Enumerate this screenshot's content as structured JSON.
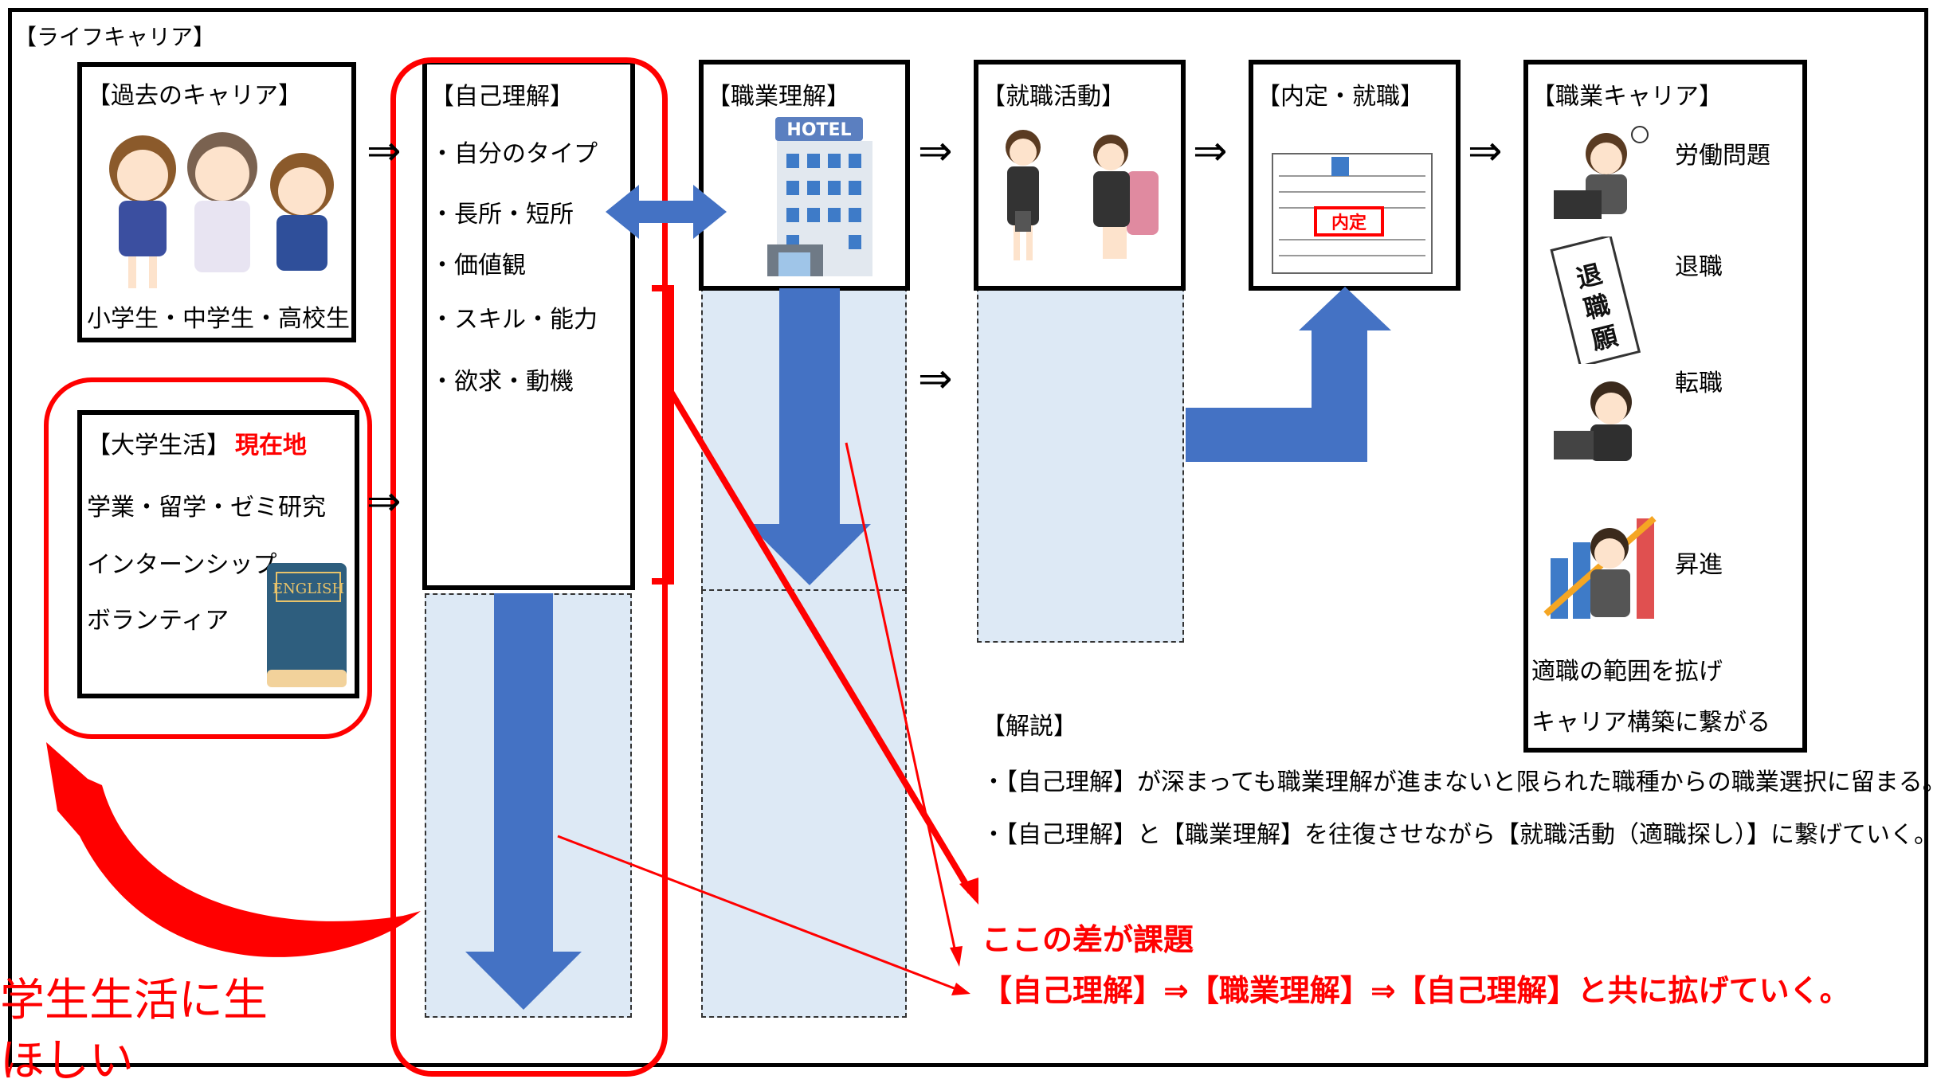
{
  "frame_title": "【ライフキャリア】",
  "boxes": {
    "past": {
      "title": "【過去のキャリア】",
      "caption": "小学生・中学生・高校生"
    },
    "university": {
      "title": "【大学生活】",
      "current_label": "現在地",
      "items": [
        "学業・留学・ゼミ研究",
        "インターンシップ",
        "ボランティア"
      ],
      "book_text": "ENGLISH"
    },
    "self": {
      "title": "【自己理解】",
      "items": [
        "・自分のタイプ",
        "・長所・短所",
        "・価値観",
        "・スキル・能力",
        "・欲求・動機"
      ]
    },
    "job_understanding": {
      "title": "【職業理解】",
      "hotel_sign": "HOTEL"
    },
    "job_hunting": {
      "title": "【就職活動】"
    },
    "offer": {
      "title": "【内定・就職】",
      "stamp": "内定"
    },
    "career": {
      "title": "【職業キャリア】",
      "items": [
        "労働問題",
        "退職",
        "転職",
        "昇進"
      ],
      "resign_doc": "退職願",
      "footer": [
        "適職の範囲を拡げ",
        "キャリア構築に繋がる"
      ]
    }
  },
  "arrow_symbol": "⇒",
  "explanation": {
    "heading": "【解説】",
    "lines": [
      "・【自己理解】が深まっても職業理解が進まないと限られた職種からの職業選択に留まる。",
      "・【自己理解】と【職業理解】を往復させながら【就職活動（適職探し）】に繋げていく。"
    ]
  },
  "issue": {
    "heading": "ここの差が課題",
    "line": "【自己理解】⇒【職業理解】⇒【自己理解】と共に拡げていく。"
  },
  "cut_text": [
    "学生生活に生",
    "ほしい"
  ],
  "colors": {
    "accent_red": "#ff0000",
    "arrow_blue": "#4472c4",
    "shade": "#dde9f5"
  }
}
